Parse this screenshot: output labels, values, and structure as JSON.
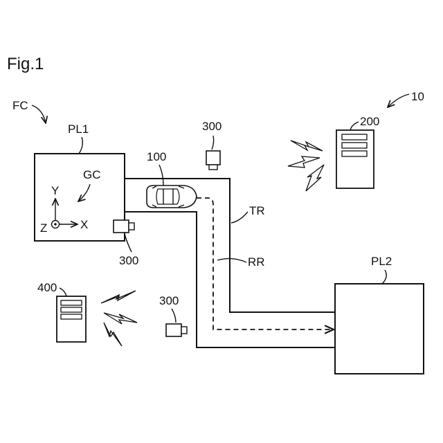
{
  "figure_title": "Fig.1",
  "labels": {
    "system": "10",
    "facility": "FC",
    "parking_lot_1": "PL1",
    "parking_lot_2": "PL2",
    "vehicle": "100",
    "server_200": "200",
    "server_400": "400",
    "camera_top": "300",
    "camera_pl1": "300",
    "camera_bottom": "300",
    "route": "RR",
    "track": "TR",
    "ground_coordinate": "GC"
  },
  "axes": {
    "x": "X",
    "y": "Y",
    "z": "Z"
  }
}
